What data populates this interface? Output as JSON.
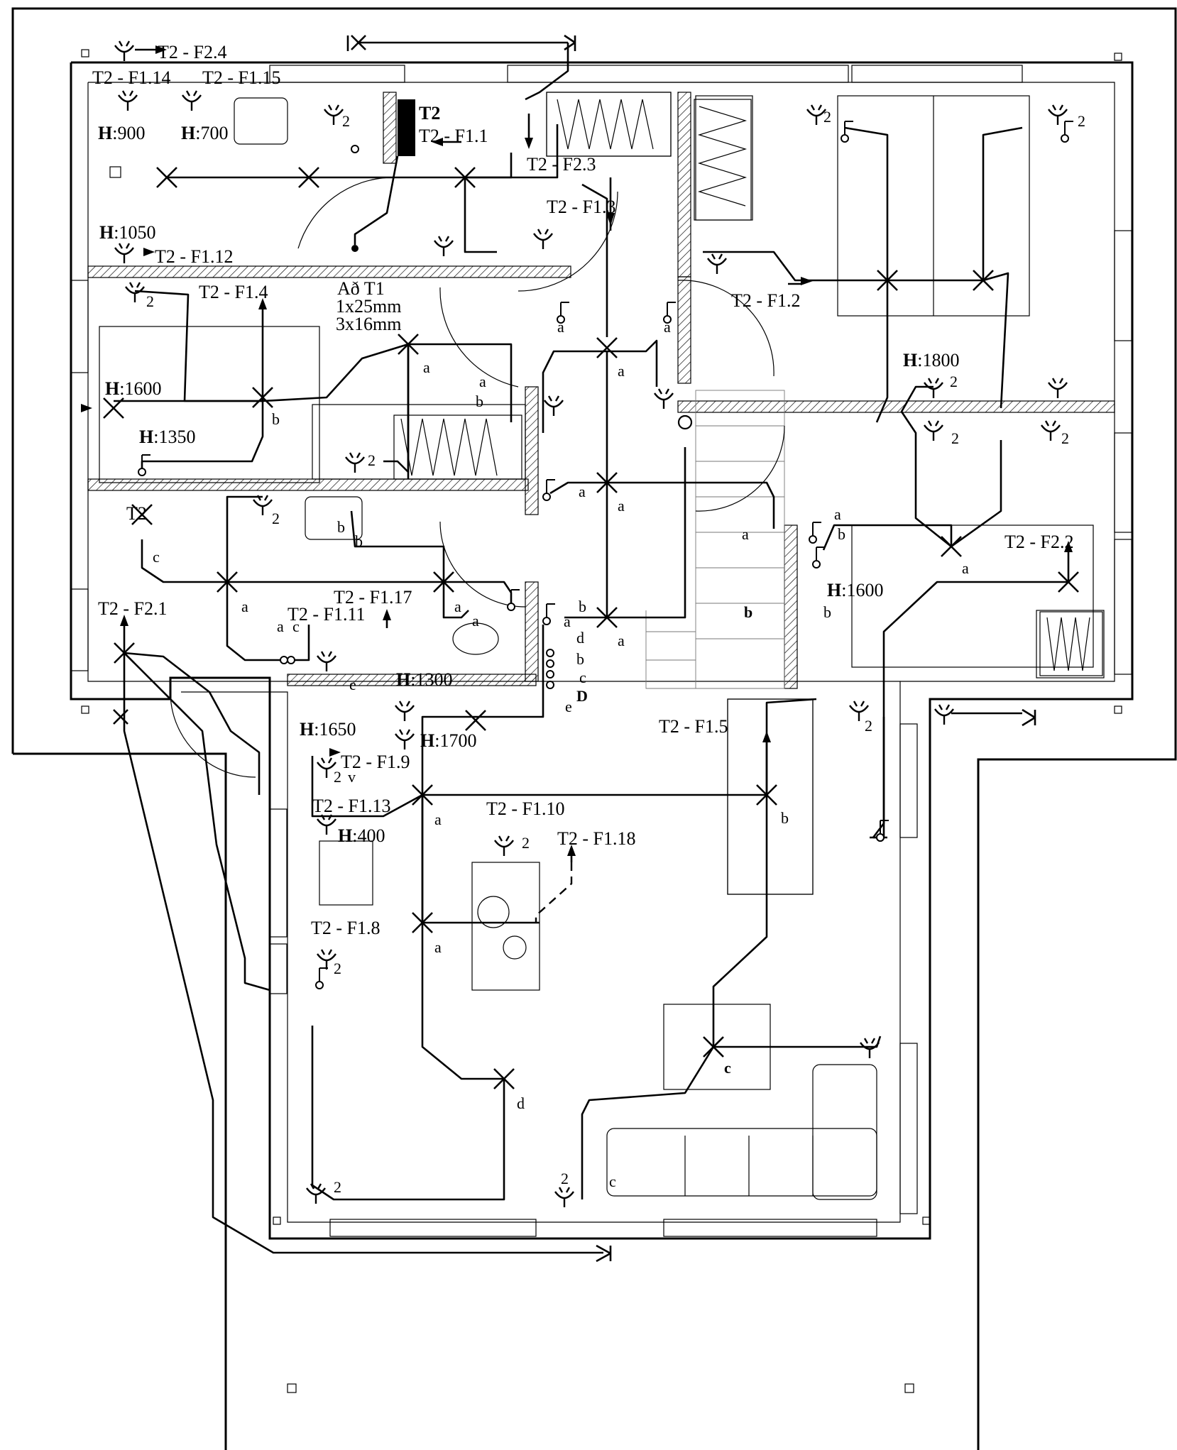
{
  "drawing": {
    "circuit_labels": {
      "f24": "T2 - F2.4",
      "f114": "T2 - F1.14",
      "f115": "T2 - F1.15",
      "panel": "T2",
      "f11": "T2 - F1.1",
      "f23": "T2 - F2.3",
      "f13": "T2 - F1.3",
      "f112": "T2 - F1.12",
      "f14": "T2 - F1.4",
      "f12": "T2 - F1.2",
      "f117": "T2 - F1.17",
      "f111": "T2 - F1.11",
      "f21": "T2 - F2.1",
      "f22": "T2 - F2.2",
      "f15": "T2 - F1.5",
      "f19": "T2 - F1.9",
      "f113": "T2 - F1.13",
      "f110": "T2 - F1.10",
      "f118": "T2 - F1.18",
      "f18": "T2 - F1.8",
      "t2": "T2"
    },
    "supply": {
      "line1": "Að T1",
      "line2": "1x25mm",
      "line3": "3x16mm"
    },
    "heights": {
      "h900": {
        "prefix": "H",
        "value": ":900"
      },
      "h700": {
        "prefix": "H",
        "value": ":700"
      },
      "h1050": {
        "prefix": "H",
        "value": ":1050"
      },
      "h1600a": {
        "prefix": "H",
        "value": ":1600"
      },
      "h1350": {
        "prefix": "H",
        "value": ":1350"
      },
      "h1800": {
        "prefix": "H",
        "value": ":1800"
      },
      "h1600b": {
        "prefix": "H",
        "value": ":1600"
      },
      "h1300": {
        "prefix": "H",
        "value": ":1300"
      },
      "h1650": {
        "prefix": "H",
        "value": ":1650"
      },
      "h1700": {
        "prefix": "H",
        "value": ":1700"
      },
      "h400": {
        "prefix": "H",
        "value": ":400"
      }
    },
    "switch_letters": {
      "a": "a",
      "b": "b",
      "c": "c",
      "d": "d",
      "e": "e",
      "D": "D",
      "v": "v"
    },
    "outlet_count": "2"
  }
}
